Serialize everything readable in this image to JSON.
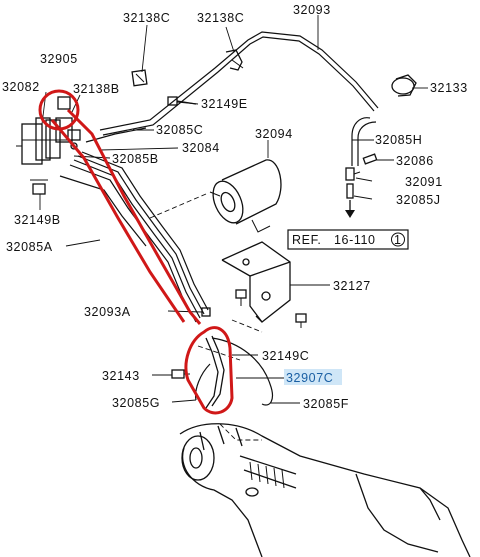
{
  "diagram": {
    "labels": {
      "p32138C_a": "32138C",
      "p32138C_b": "32138C",
      "p32093": "32093",
      "p32905": "32905",
      "p32082": "32082",
      "p32138B": "32138B",
      "p32133": "32133",
      "p32149E": "32149E",
      "p32085C": "32085C",
      "p32084": "32084",
      "p32094": "32094",
      "p32085H": "32085H",
      "p32085B": "32085B",
      "p32086": "32086",
      "p32091": "32091",
      "p32085J": "32085J",
      "p32149B": "32149B",
      "p32085A": "32085A",
      "p32127": "32127",
      "p32093A": "32093A",
      "p32149C": "32149C",
      "p32143": "32143",
      "p32907C": "32907C",
      "p32085G": "32085G",
      "p32085F": "32085F"
    },
    "reference": {
      "prefix": "REF.",
      "page": "16-110",
      "circle_number": "1"
    },
    "highlight_color": "#d01818",
    "highlighted_part_fill": "#cfe6f7"
  }
}
